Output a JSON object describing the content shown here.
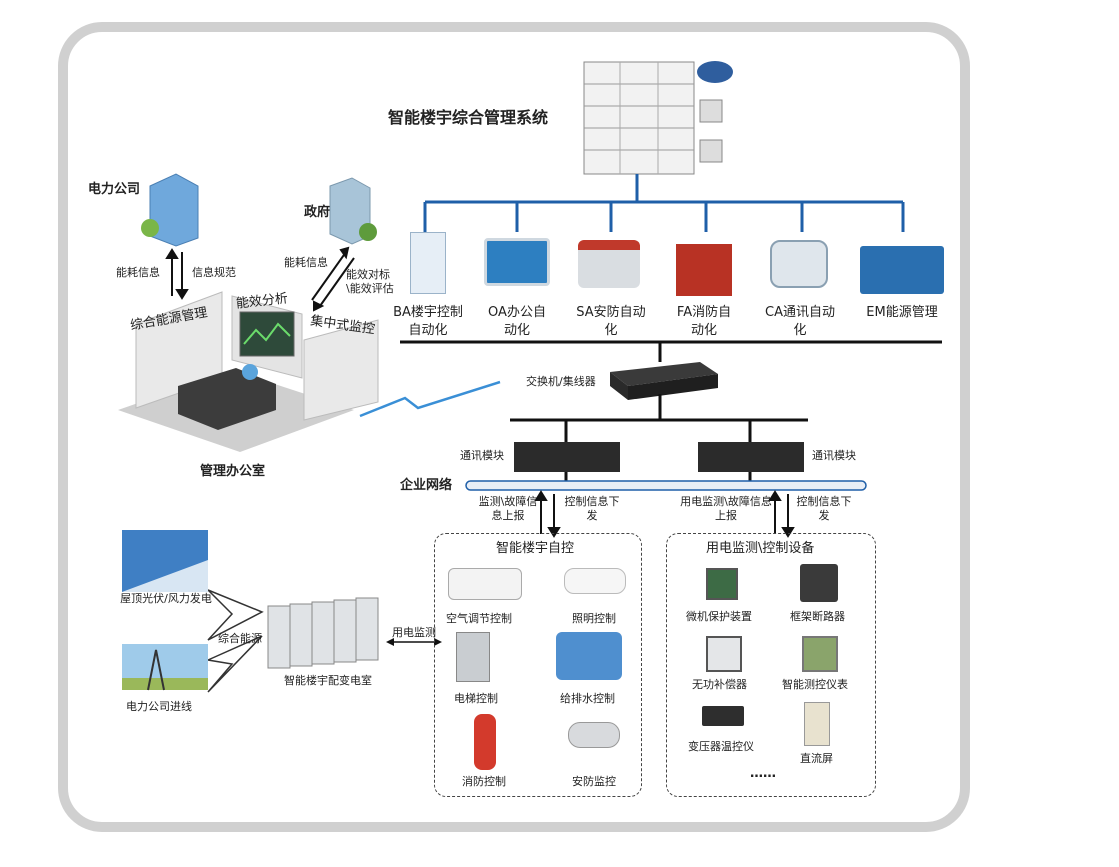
{
  "title": "智能楼宇综合管理系统",
  "subsystems": [
    {
      "label": "BA楼宇控制自动化",
      "icon": "building-automation-icon",
      "color": "#5aa4dc"
    },
    {
      "label": "OA办公自动化",
      "icon": "monitor-chart-icon",
      "color": "#2d7fc1"
    },
    {
      "label": "SA安防自动化",
      "icon": "security-camera-alarm-icon",
      "color": "#c0392b"
    },
    {
      "label": "FA消防自动化",
      "icon": "fire-icon",
      "color": "#d9301f"
    },
    {
      "label": "CA通讯自动化",
      "icon": "communication-monitor-icon",
      "color": "#3aa0d8"
    },
    {
      "label": "EM能源管理",
      "icon": "energy-meter-icon",
      "color": "#2a6fb0"
    }
  ],
  "network": {
    "switch_label": "交换机/集线器",
    "comm_module_left": "通讯模块",
    "comm_module_right": "通讯模块",
    "enterprise_network": "企业网络"
  },
  "arrows": {
    "left_up": "监测\\故障信息上报",
    "left_down": "控制信息下发",
    "right_up": "用电监测\\故障信息上报",
    "right_down": "控制信息下发"
  },
  "left": {
    "power_company": "电力公司",
    "power_up": "能耗信息",
    "power_down": "信息规范",
    "government": "政府",
    "gov_info": "能耗信息",
    "gov_eval": "能效对标\\能效评估",
    "panel_energy": "综合能源管理",
    "panel_analysis": "能效分析",
    "panel_monitor": "集中式监控",
    "office": "管理办公室"
  },
  "building_control": {
    "title": "智能楼宇自控",
    "items": [
      "空气调节控制",
      "照明控制",
      "电梯控制",
      "给排水控制",
      "消防控制",
      "安防监控"
    ]
  },
  "power_devices": {
    "title": "用电监测\\控制设备",
    "items": [
      "微机保护装置",
      "框架断路器",
      "无功补偿器",
      "智能测控仪表",
      "变压器温控仪",
      "直流屏"
    ],
    "more": "……"
  },
  "energy": {
    "pv_label": "屋顶光伏/风力发电",
    "grid_label": "电力公司进线",
    "combined": "综合能源",
    "substation": "智能楼宇配变电室",
    "monitor_link": "用电监测"
  },
  "colors": {
    "bus": "#1f5fa8",
    "line": "#111111",
    "frame": "#d0d0d0"
  }
}
